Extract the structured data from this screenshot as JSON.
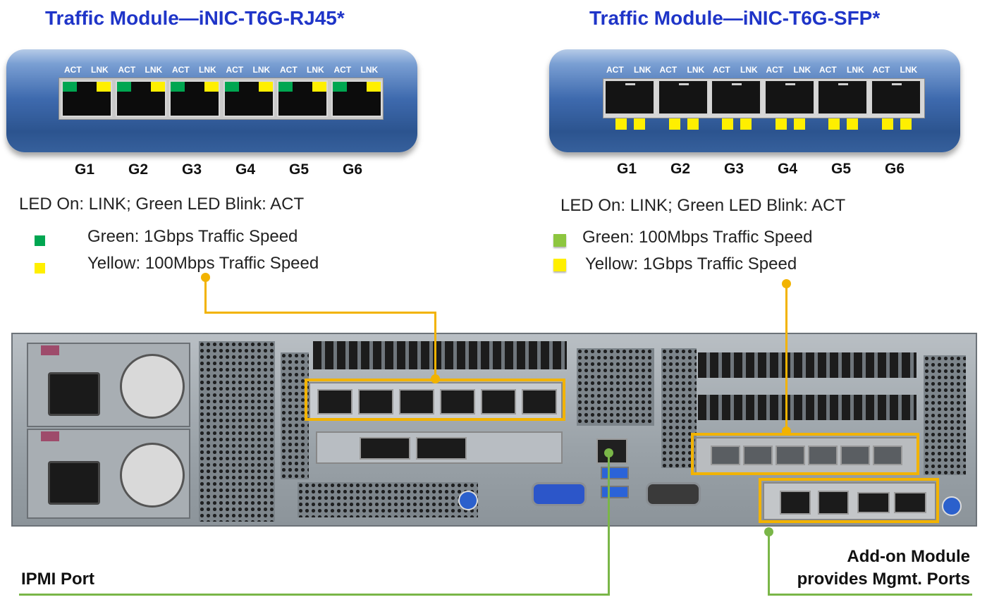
{
  "left_module": {
    "title": "Traffic Module—iNIC-T6G-RJ45*",
    "led_labels": [
      "ACT",
      "LNK"
    ],
    "ports": [
      "G1",
      "G2",
      "G3",
      "G4",
      "G5",
      "G6"
    ],
    "led_note": "LED On: LINK; Green LED Blink: ACT",
    "legend": [
      {
        "color": "#00a651",
        "text": "Green: 1Gbps Traffic Speed"
      },
      {
        "color": "#ffef00",
        "text": "Yellow: 100Mbps Traffic Speed"
      }
    ]
  },
  "right_module": {
    "title": "Traffic Module—iNIC-T6G-SFP*",
    "led_labels": [
      "ACT",
      "LNK"
    ],
    "ports": [
      "G1",
      "G2",
      "G3",
      "G4",
      "G5",
      "G6"
    ],
    "led_note": "LED On: LINK; Green LED Blink: ACT",
    "legend": [
      {
        "color": "#8dc63f",
        "text": "Green: 100Mbps Traffic Speed"
      },
      {
        "color": "#ffef00",
        "text": "Yellow: 1Gbps Traffic Speed"
      }
    ]
  },
  "labels": {
    "ipmi": "IPMI Port",
    "addon_line1": "Add-on Module",
    "addon_line2": "provides Mgmt. Ports"
  },
  "colors": {
    "title_blue": "#1f35c8",
    "callout_orange": "#f2b300",
    "callout_green": "#7ab648",
    "module_blue": "#3e6aae"
  }
}
